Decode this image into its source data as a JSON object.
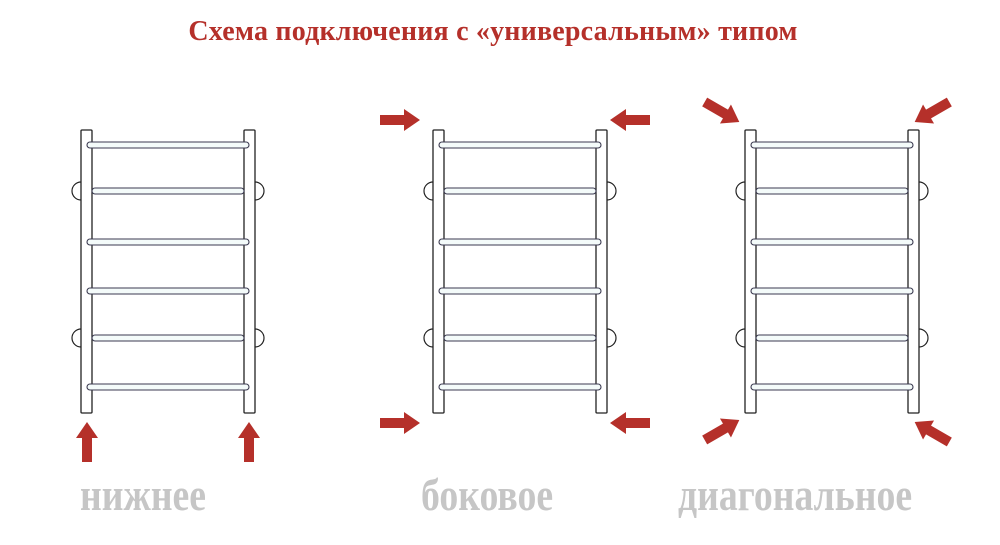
{
  "title": "Схема подключения с «универсальным» типом",
  "colors": {
    "arrow": "#b5302a",
    "title": "#b5302a",
    "label": "#c6c6c6",
    "outline": "#222222"
  },
  "diagrams": [
    {
      "label": "нижнее",
      "connection": "bottom",
      "arrow_icon": "arrow-up-icon"
    },
    {
      "label": "боковое",
      "connection": "side",
      "arrow_icon": "arrow-horizontal-icon"
    },
    {
      "label": "диагональное",
      "connection": "diagonal",
      "arrow_icon": "arrow-diagonal-icon"
    }
  ]
}
